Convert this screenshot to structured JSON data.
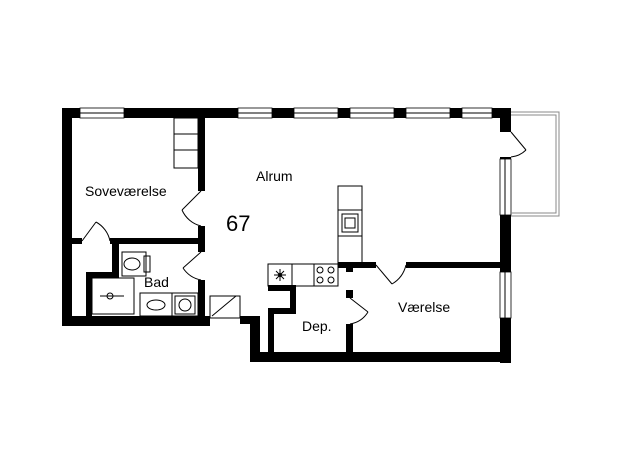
{
  "plan": {
    "area_number": "67",
    "rooms": {
      "alrum": "Alrum",
      "sovevaerelse": "Soveværelse",
      "bad": "Bad",
      "vaerelse": "Værelse",
      "depot": "Dep."
    }
  }
}
